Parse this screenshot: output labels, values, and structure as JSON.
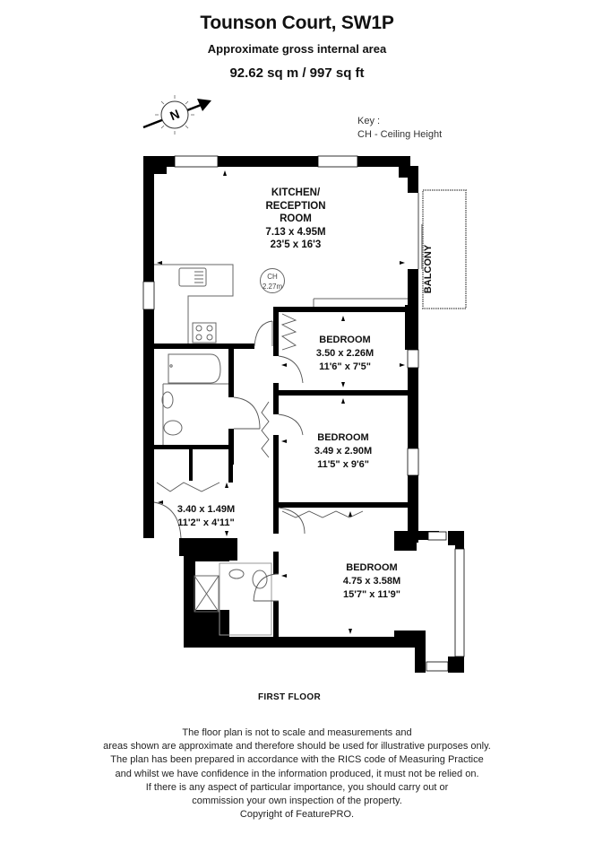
{
  "header": {
    "title": "Tounson Court, SW1P",
    "subtitle": "Approximate gross internal area",
    "area": "92.62 sq m /  997 sq ft"
  },
  "compass": {
    "icon": "north-compass-icon",
    "letter": "N"
  },
  "key": {
    "heading": "Key :",
    "items": [
      "CH - Ceiling Height"
    ]
  },
  "rooms": [
    {
      "name_lines": [
        "KITCHEN/",
        "RECEPTION",
        "ROOM"
      ],
      "metric": "7.13 x 4.95M",
      "imperial": "23'5 x 16'3"
    },
    {
      "name_lines": [
        "BEDROOM"
      ],
      "metric": "3.50 x 2.26M",
      "imperial": "11'6\" x 7'5\""
    },
    {
      "name_lines": [
        "BEDROOM"
      ],
      "metric": "3.49 x 2.90M",
      "imperial": "11'5\" x 9'6\""
    },
    {
      "name_lines": [],
      "metric": "3.40 x 1.49M",
      "imperial": "11'2\" x 4'11\""
    },
    {
      "name_lines": [
        "BEDROOM"
      ],
      "metric": "4.75 x 3.58M",
      "imperial": "15'7\" x 11'9\""
    }
  ],
  "ceiling_height": {
    "label": "CH",
    "value": "2.27m"
  },
  "balcony": {
    "label": "BALCONY"
  },
  "floor": {
    "label": "FIRST FLOOR"
  },
  "disclaimer": {
    "lines": [
      "The floor plan is not to scale and measurements and",
      "areas shown are approximate and therefore should be used for illustrative purposes only.",
      "The plan has been prepared in accordance with the RICS code of Measuring Practice",
      "and whilst we have confidence in the information produced, it must not be relied on.",
      "If there is any aspect of particular importance, you should carry out or",
      "commission your own inspection of the property.",
      "Copyright of FeaturePRO."
    ]
  },
  "colors": {
    "wall": "#000000",
    "line": "#555555",
    "background": "#ffffff"
  }
}
